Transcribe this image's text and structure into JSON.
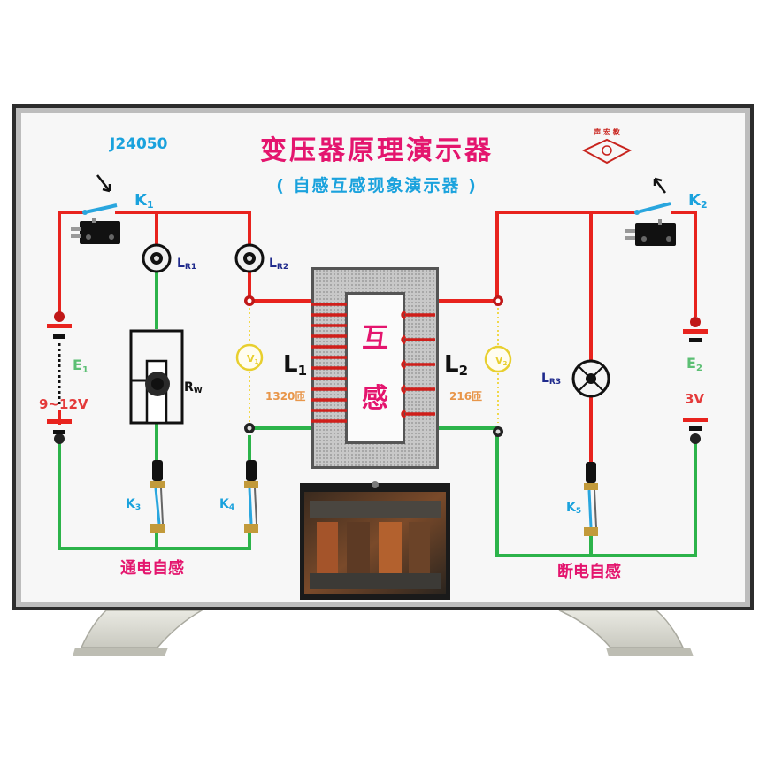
{
  "model": "J24050",
  "title": "变压器原理演示器",
  "subtitle": "( 自感互感现象演示器 )",
  "logo_text": "声 宏 教",
  "left": {
    "switch": "K",
    "switch_sub": "1",
    "lamp1": "L",
    "lamp1_sub": "R1",
    "lamp2": "L",
    "lamp2_sub": "R2",
    "battery": "E",
    "battery_sub": "1",
    "voltage": "9~12V",
    "rheostat": "R",
    "rheostat_sub": "W",
    "voltmeter": "V",
    "voltmeter_sub": "1",
    "key3": "K",
    "key3_sub": "3",
    "key4": "K",
    "key4_sub": "4",
    "section": "通电自感"
  },
  "right": {
    "switch": "K",
    "switch_sub": "2",
    "lamp": "L",
    "lamp_sub": "R3",
    "battery": "E",
    "battery_sub": "2",
    "voltage": "3V",
    "voltmeter": "V",
    "voltmeter_sub": "2",
    "key5": "K",
    "key5_sub": "5",
    "section": "断电自感"
  },
  "core": {
    "coil1": "L",
    "coil1_sub": "1",
    "turns1": "1320匝",
    "coil2": "L",
    "coil2_sub": "2",
    "turns2": "216匝",
    "char1": "互",
    "char2": "感"
  },
  "colors": {
    "wire_red": "#e8231e",
    "wire_green": "#2cb34a",
    "title_pink": "#e4156e",
    "label_blue": "#1aa2dd",
    "label_navy": "#1f2a8c",
    "voltage_red": "#e43a3a",
    "e_green": "#5cbf74",
    "frame": "#2c2c2c"
  }
}
